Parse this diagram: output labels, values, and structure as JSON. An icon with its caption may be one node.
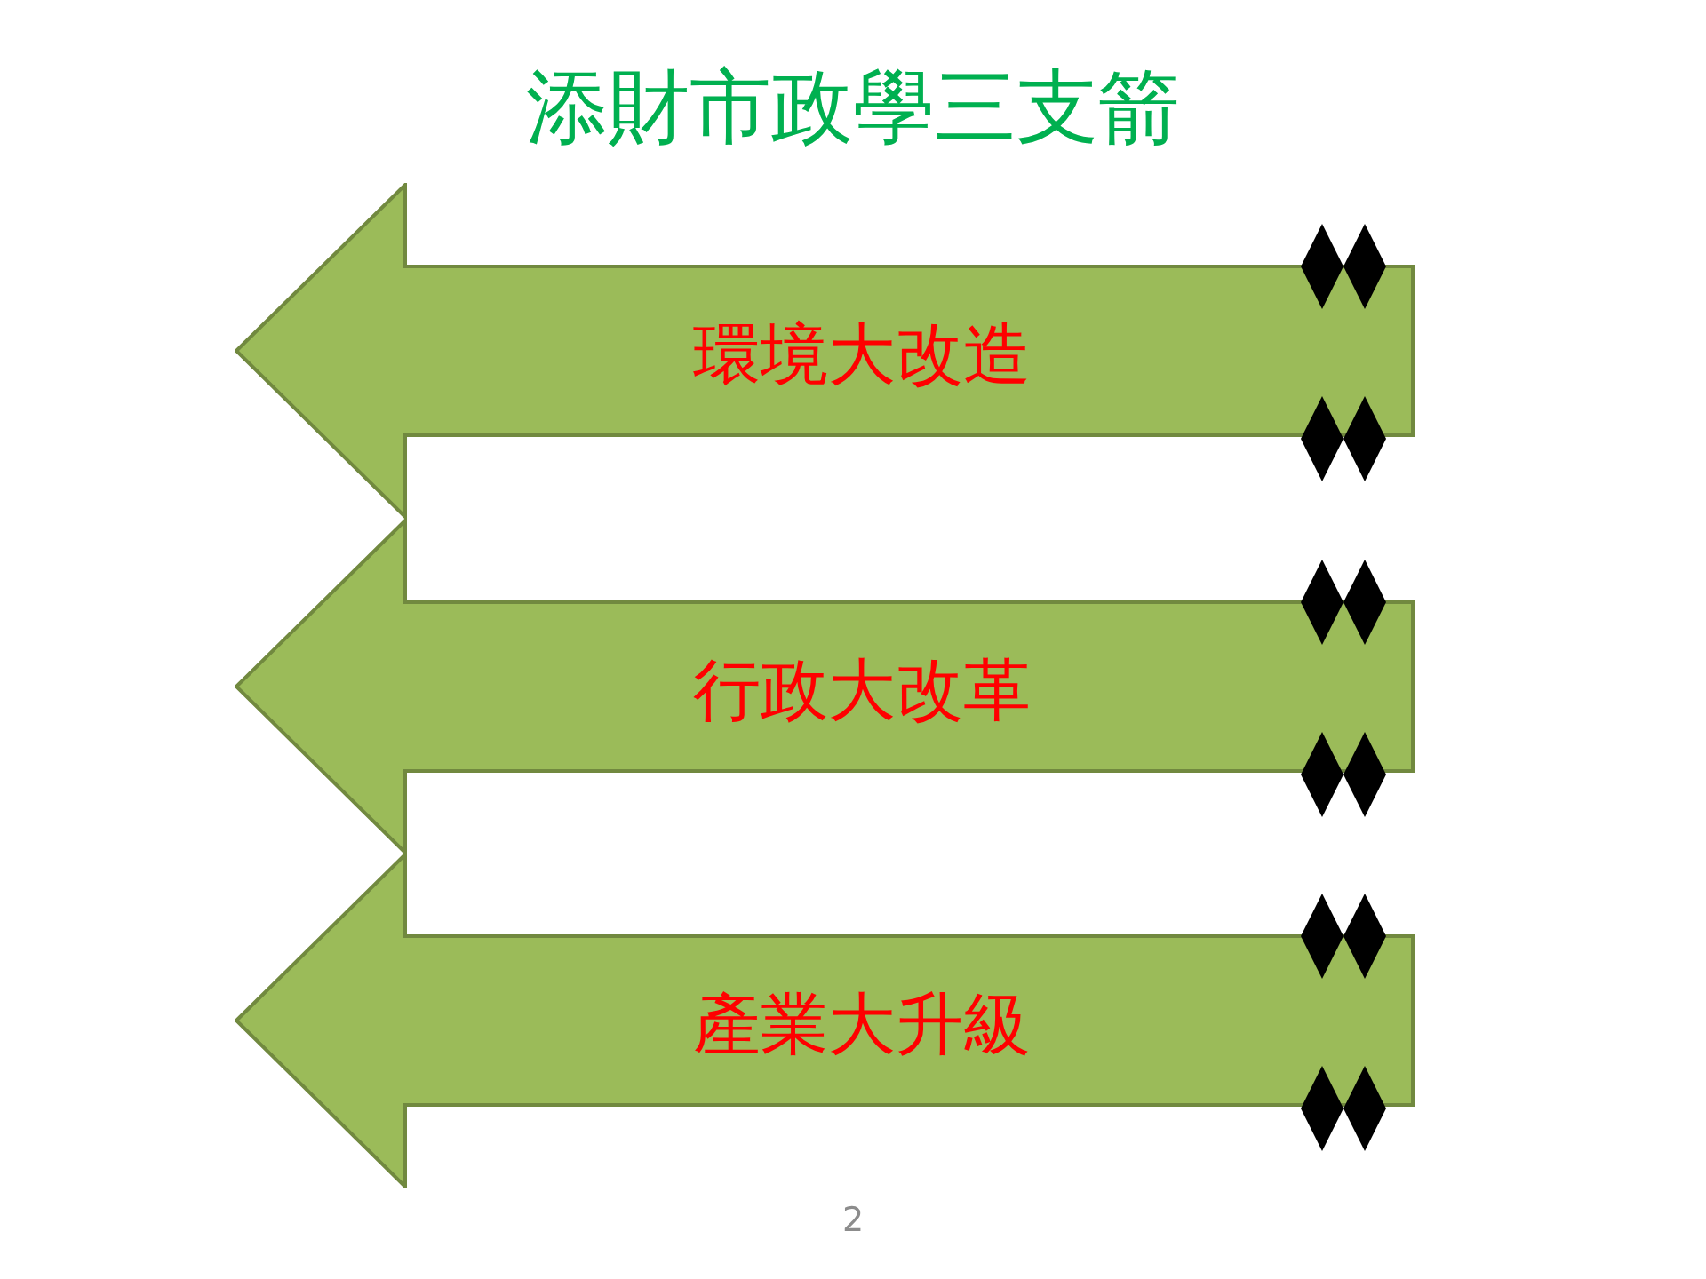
{
  "diagram": {
    "title": "添財市政學三支箭",
    "nodes": [
      {
        "text": [
          "環境大改造"
        ]
      },
      {
        "text": [
          "行政大改革"
        ]
      },
      {
        "text": [
          "產業大升級"
        ]
      }
    ],
    "labels": [
      "2"
    ]
  }
}
